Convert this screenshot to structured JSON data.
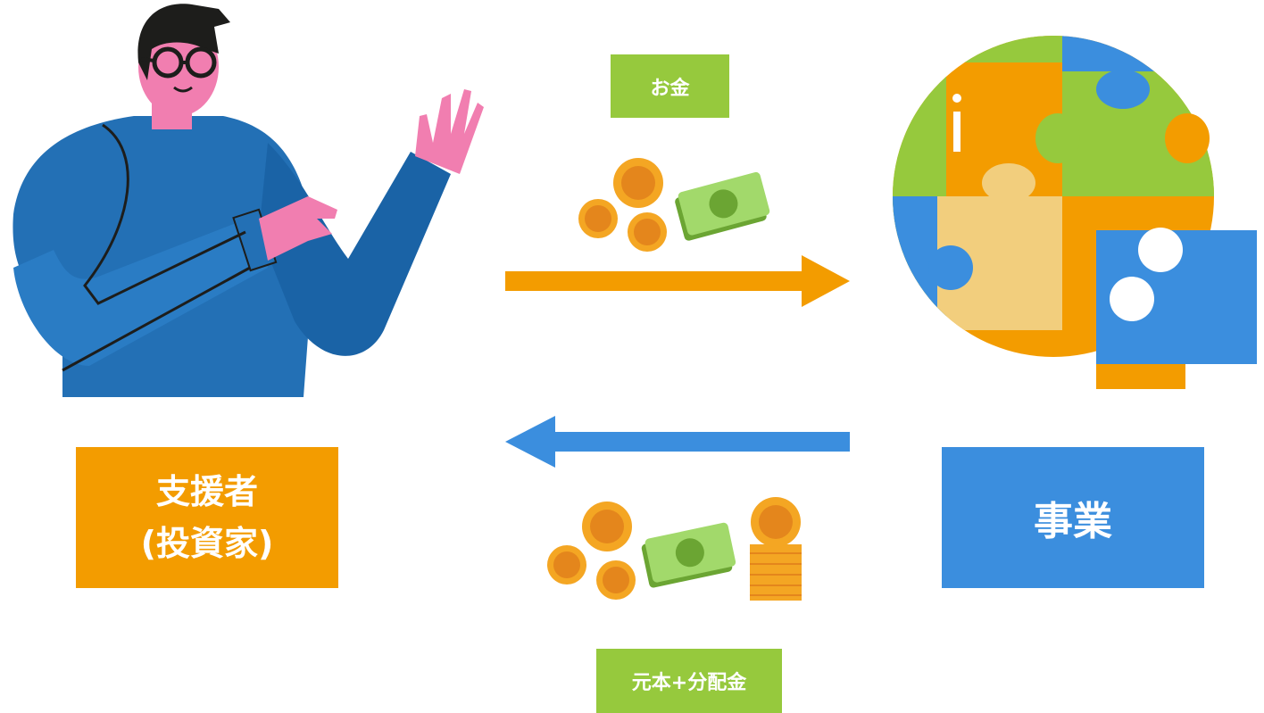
{
  "labels": {
    "money_tag": "お金",
    "return_tag": "元本+分配金",
    "investor_line1": "支援者",
    "investor_line2": "(投資家)",
    "business": "事業"
  },
  "colors": {
    "orange": "#F39C00",
    "blue": "#3B8EDE",
    "green": "#96C93D",
    "shirt_blue": "#2370B5",
    "skin_pink": "#F17EB0",
    "puzzle_tan": "#F2CE7D",
    "coin": "#F4A623"
  },
  "icons": {
    "person": "person-waving-icon",
    "globe": "puzzle-globe-icon",
    "money": "coins-and-cash-icon"
  }
}
